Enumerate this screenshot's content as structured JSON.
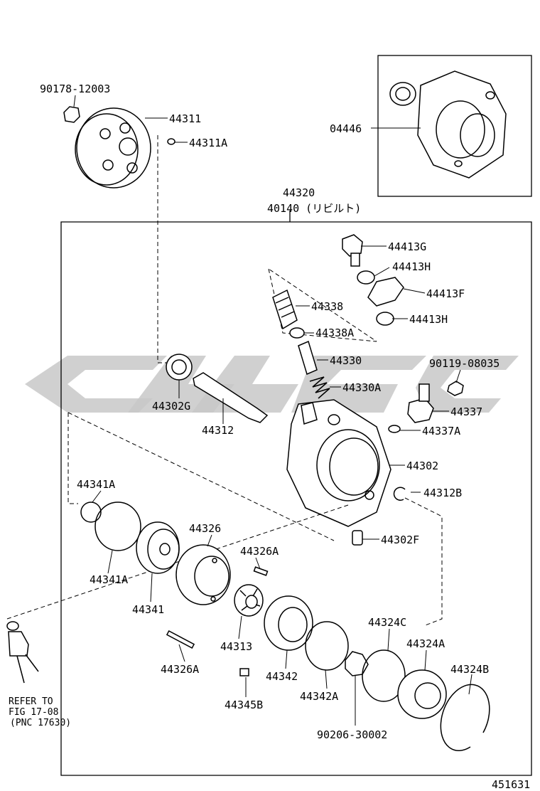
{
  "diagram": {
    "assembly_number": "44320",
    "rebuilt_label": "40140 (リビルト)",
    "figure_id": "451631",
    "kit_label": "04446",
    "refer": {
      "line1": "REFER TO",
      "line2": "FIG 17-08",
      "line3": "(PNC 17630)"
    },
    "parts": [
      "90178-12003",
      "44311",
      "44311A",
      "44413G",
      "44413H",
      "44413F",
      "44338",
      "44338A",
      "44413H",
      "44330",
      "90119-08035",
      "44330A",
      "44302G",
      "44337",
      "44312",
      "44337A",
      "44302",
      "44341A",
      "44312B",
      "44326",
      "44326A",
      "44302F",
      "44341A",
      "44341",
      "44313",
      "44324C",
      "44324A",
      "44326A",
      "44342",
      "44324B",
      "44342A",
      "44345B",
      "90206-30002"
    ]
  }
}
